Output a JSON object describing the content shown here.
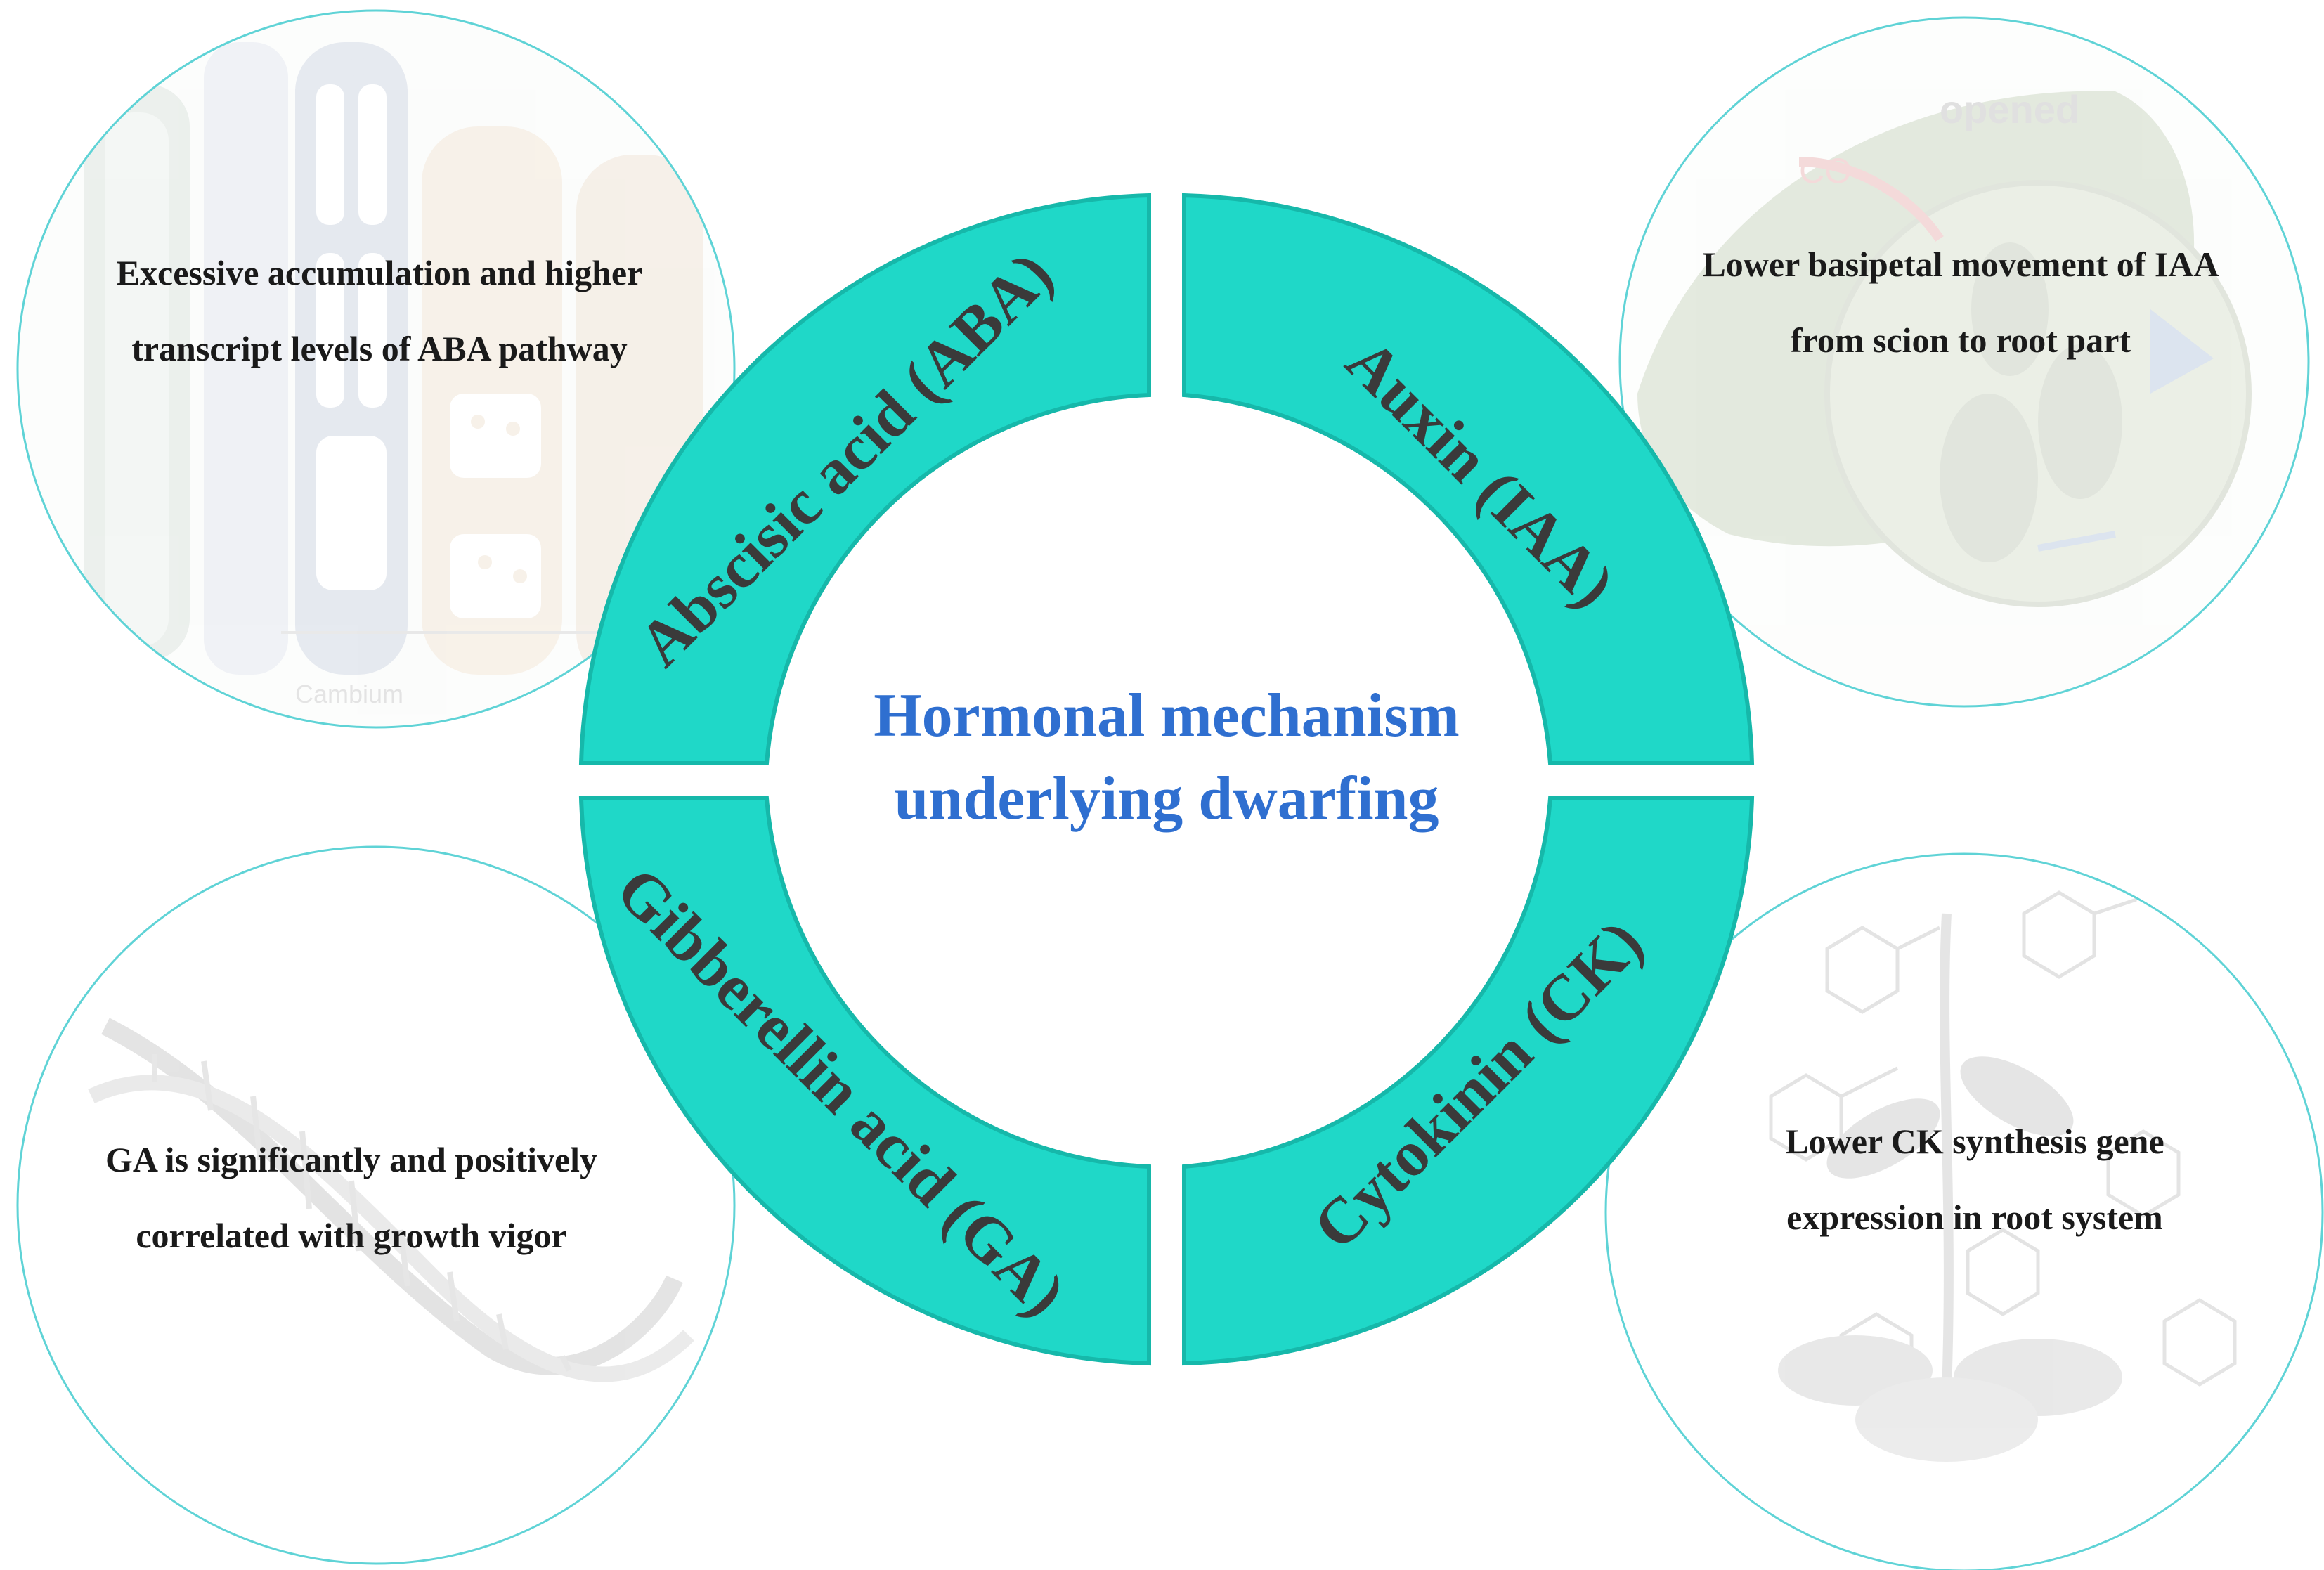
{
  "center": {
    "title_line1": "Hormonal mechanism",
    "title_line2": "underlying dwarfing"
  },
  "ring": {
    "color": "#1fd8c8",
    "edge_color": "#16b8aa",
    "segments": [
      {
        "key": "aba",
        "label": "Abscisic acid (ABA)"
      },
      {
        "key": "iaa",
        "label": "Auxin (IAA)"
      },
      {
        "key": "ga",
        "label": "Gibberellin acid (GA)"
      },
      {
        "key": "ck",
        "label": "Cytokinin (CK)"
      }
    ]
  },
  "circles": {
    "border_color": "#5fd3d6",
    "top_left": {
      "line1": "Excessive accumulation and higher",
      "line2": "transcript levels of ABA pathway",
      "background": "plant-tissue-illustration",
      "faded_label": "Cambium"
    },
    "top_right": {
      "line1": "Lower basipetal movement of IAA",
      "line2": "from scion to root part",
      "background": "leaf-stomata-illustration",
      "faded_label_1": "opened",
      "faded_label_2": "CO"
    },
    "bottom_left": {
      "line1": "GA is significantly and positively",
      "line2": "correlated with growth vigor",
      "background": "dna-helix-illustration"
    },
    "bottom_right": {
      "line1": "Lower CK synthesis gene",
      "line2": "expression in root system",
      "background": "plant-hormone-structures-illustration"
    }
  }
}
